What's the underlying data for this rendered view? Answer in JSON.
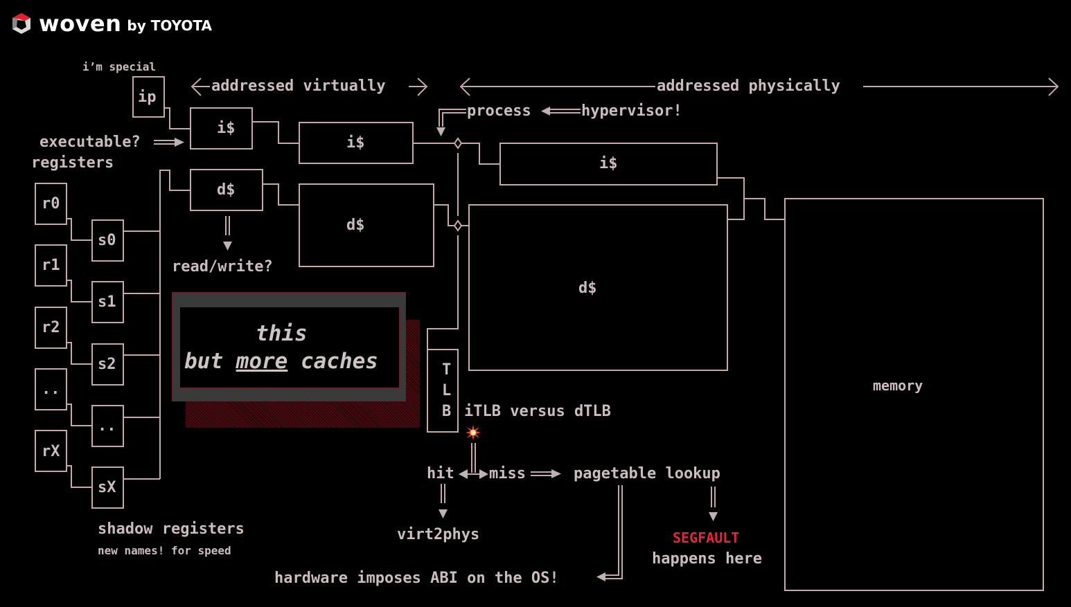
{
  "header": {
    "logo_icon": "woven-hexagon-logo",
    "brand_word": "woven",
    "brand_suffix": "by TOYOTA",
    "colors": {
      "logo_red": "#e5202e",
      "logo_gray": "#9a9a9a",
      "text": "#ffffff"
    }
  },
  "diagram": {
    "colors": {
      "background": "#000000",
      "line": "#c9a8ab",
      "text": "#cdbcbd",
      "alert": "#e8243a",
      "callout_bg": "#3a3a3a",
      "hatch": "#5a1018"
    },
    "ip": {
      "note": "i’m special",
      "label": "ip"
    },
    "range_virtual": "addressed virtually",
    "range_physical": "addressed physically",
    "executable_label": "executable?",
    "registers_label": "registers",
    "read_write_label": "read/write?",
    "process_label": "process",
    "hypervisor_label": "hypervisor!",
    "l1": {
      "icache": "i$",
      "dcache": "d$"
    },
    "l2": {
      "icache": "i$",
      "dcache": "d$"
    },
    "l3": {
      "icache": "i$",
      "dcache": "d$"
    },
    "memory_label": "memory",
    "registers": [
      "r0",
      "r1",
      "r2",
      "..",
      "rX"
    ],
    "shadow_registers": [
      "s0",
      "s1",
      "s2",
      "..",
      "sX"
    ],
    "shadow_title": "shadow registers",
    "shadow_note": "new names! for speed",
    "callout": {
      "line1": "this",
      "line2_a": "but ",
      "line2_em": "more",
      "line2_b": " caches"
    },
    "tlb": {
      "letters": [
        "T",
        "L",
        "B"
      ],
      "note": "iTLB versus dTLB",
      "spark_icon": "explosion-icon"
    },
    "hit_label": "hit",
    "miss_label": "miss",
    "pagetable_label": "pagetable lookup",
    "virt2phys_label": "virt2phys",
    "segfault_label": "SEGFAULT",
    "segfault_note": "happens here",
    "abi_label": "hardware imposes ABI on the OS!"
  }
}
